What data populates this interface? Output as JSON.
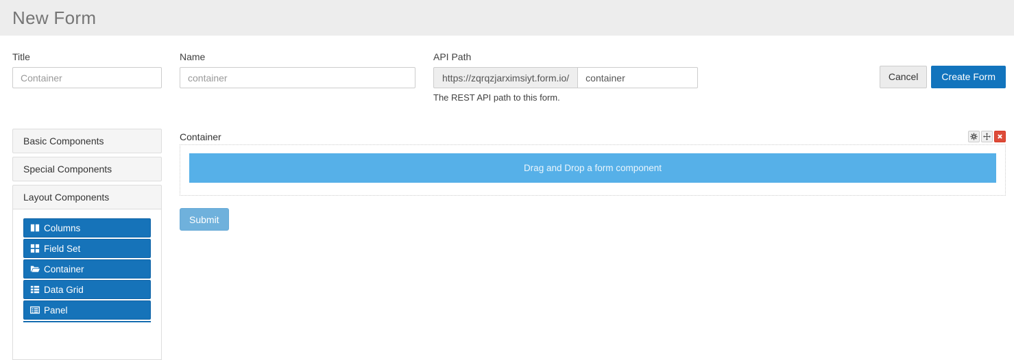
{
  "header": {
    "title": "New Form"
  },
  "form": {
    "title_field": {
      "label": "Title",
      "value": "Container"
    },
    "name_field": {
      "label": "Name",
      "value": "container"
    },
    "api_path_field": {
      "label": "API Path",
      "prefix": "https://zqrqzjarximsiyt.form.io/",
      "value": "container",
      "help": "The REST API path to this form."
    },
    "cancel_label": "Cancel",
    "create_label": "Create Form"
  },
  "sidebar": {
    "groups": [
      {
        "label": "Basic Components"
      },
      {
        "label": "Special Components"
      },
      {
        "label": "Layout Components"
      }
    ],
    "components": [
      {
        "label": "Columns",
        "icon": "columns-icon"
      },
      {
        "label": "Field Set",
        "icon": "th-large-icon"
      },
      {
        "label": "Container",
        "icon": "folder-open-icon"
      },
      {
        "label": "Data Grid",
        "icon": "th-list-icon"
      },
      {
        "label": "Panel",
        "icon": "list-alt-icon"
      }
    ]
  },
  "builder": {
    "component_label": "Container",
    "toolbar_icons": [
      "gear-icon",
      "move-icon",
      "remove-icon"
    ],
    "dropzone_text": "Drag and Drop a form component",
    "submit_label": "Submit"
  },
  "colors": {
    "primary_blue": "#1274bd",
    "component_blue": "#1673b9",
    "dropzone_blue": "#56b0e8",
    "submit_blue": "#6fb1dc",
    "danger_red": "#dd4b39",
    "header_gray": "#ededed"
  }
}
